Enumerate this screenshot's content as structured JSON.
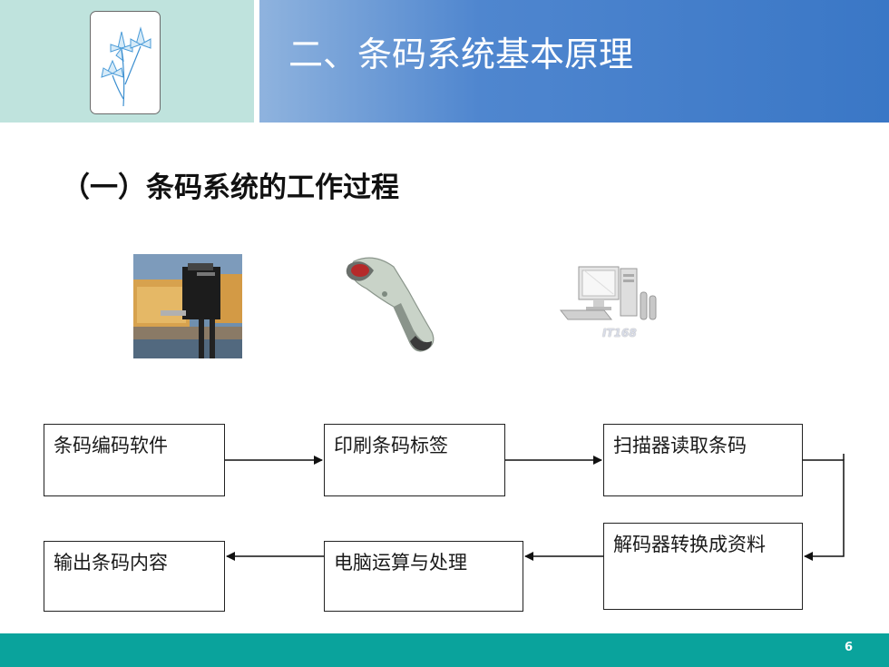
{
  "slide": {
    "title": "二、条码系统基本原理",
    "subtitle": "（一）条码系统的工作过程",
    "page_number": "6"
  },
  "images": {
    "printer": "barcode-printer-photo",
    "scanner": "barcode-scanner-photo",
    "computer": "computer-photo",
    "computer_watermark": "IT168"
  },
  "flow": {
    "steps": [
      "条码编码软件",
      "印刷条码标签",
      "扫描器读取条码",
      "解码器转换成资料",
      "电脑运算与处理",
      "输出条码内容"
    ]
  },
  "colors": {
    "header_left": "#bfe3dd",
    "header_right": "#3a77c6",
    "footer": "#0aa39c"
  }
}
